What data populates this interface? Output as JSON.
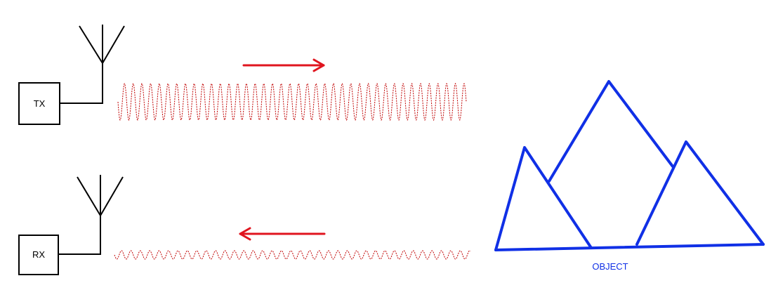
{
  "transmitter": {
    "label": "TX"
  },
  "receiver": {
    "label": "RX"
  },
  "object": {
    "label": "OBJECT"
  },
  "colors": {
    "signal": "#e0151f",
    "wave": "#c00000",
    "object": "#1030e6",
    "outline": "#000000"
  }
}
